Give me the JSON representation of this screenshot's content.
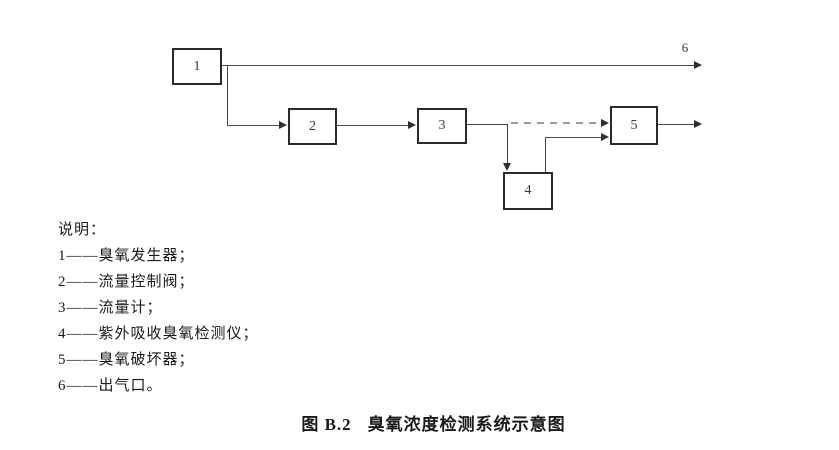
{
  "colors": {
    "background": "#ffffff",
    "line": "#474747",
    "box_border": "#2a2a2a",
    "dashed_line": "#9a9a9a",
    "arrow": "#2f2f2f",
    "text": "#1a1a1a"
  },
  "diagram": {
    "boxes": [
      "1",
      "2",
      "3",
      "4",
      "5"
    ],
    "outlet_label": "6"
  },
  "legend": {
    "heading": "说明：",
    "items": [
      "1——臭氧发生器；",
      "2——流量控制阀；",
      "3——流量计；",
      "4——紫外吸收臭氧检测仪；",
      "5——臭氧破坏器；",
      "6——出气口。"
    ]
  },
  "caption": {
    "figure_label": "图 B.2",
    "title": "臭氧浓度检测系统示意图"
  }
}
